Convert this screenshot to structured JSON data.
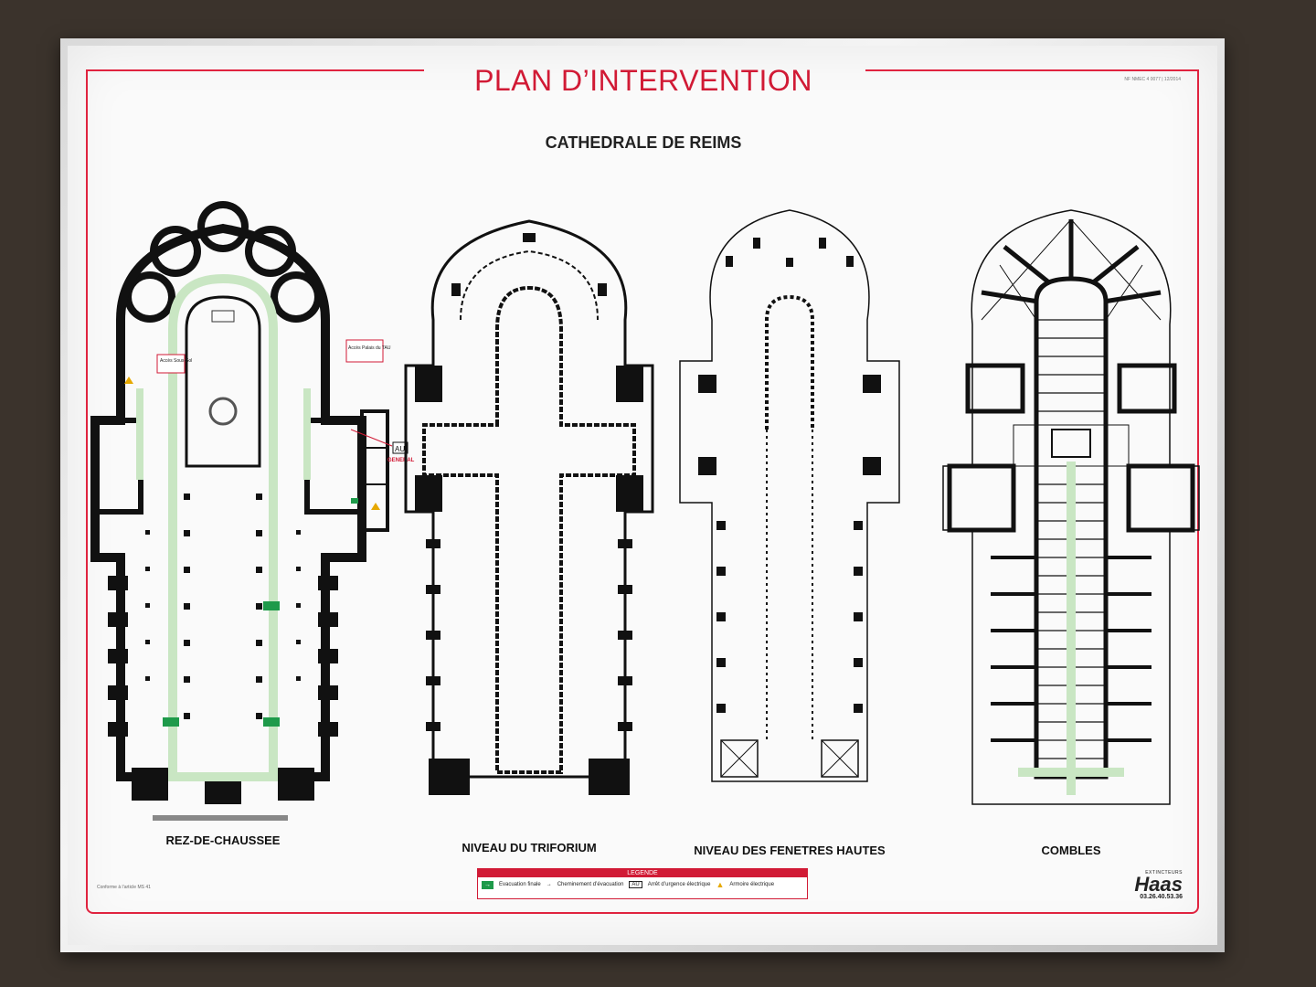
{
  "title": "PLAN D’INTERVENTION",
  "subtitle": "CATHEDRALE DE REIMS",
  "reference": "NF NMEC 4 0077 | 12/2014",
  "plans": [
    {
      "caption": "REZ-DE-CHAUSSEE"
    },
    {
      "caption": "NIVEAU DU TRIFORIUM"
    },
    {
      "caption": "NIVEAU DES FENETRES HAUTES"
    },
    {
      "caption": "COMBLES"
    }
  ],
  "labels": {
    "acces_sous_sol": "Accès Sous-Sol",
    "acces_palais": "Accès Palais du TAU",
    "au": "AU",
    "general": "GENERAL"
  },
  "legend": {
    "heading": "LEGENDE",
    "exit": "→",
    "evacuation_finale": "Evacuation finale",
    "cheminement": "Cheminement d’évacuation",
    "au": "AU",
    "arret_urgence": "Arrêt d’urgence électrique",
    "armoire": "Armoire électrique"
  },
  "conformity": "Conforme à l’article MS 41",
  "company": {
    "tagline": "EXTINCTEURS",
    "name": "Haas",
    "phone": "03.26.40.53.36"
  },
  "colors": {
    "accent_red": "#d11a35",
    "evacuation_green": "#c9e6c3",
    "exit_sign_green": "#1e9a4a",
    "wall_black": "#111111"
  }
}
